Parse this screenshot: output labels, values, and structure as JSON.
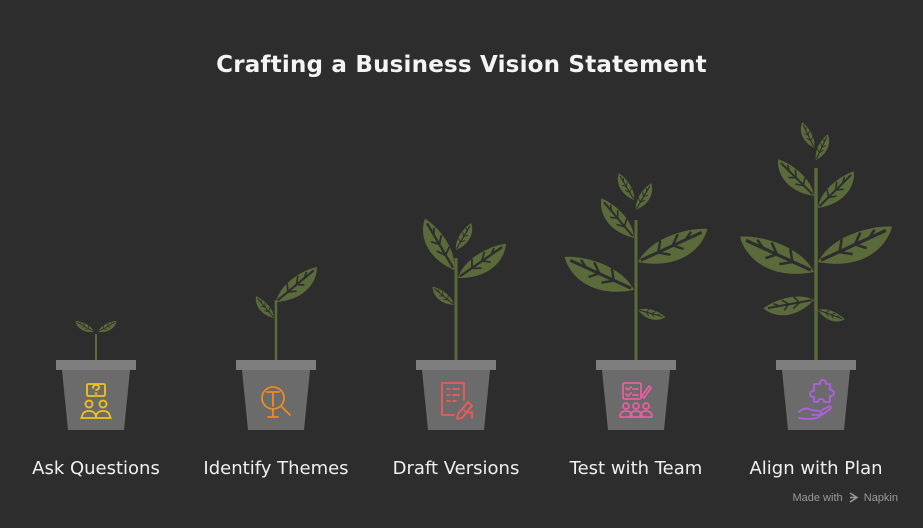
{
  "title": "Crafting a Business Vision Statement",
  "stages": [
    {
      "label": "Ask Questions",
      "icon": "question-people-icon",
      "icon_color": "#f2c21b"
    },
    {
      "label": "Identify Themes",
      "icon": "magnify-text-icon",
      "icon_color": "#f08a24"
    },
    {
      "label": "Draft Versions",
      "icon": "document-edit-icon",
      "icon_color": "#ee5a57"
    },
    {
      "label": "Test with Team",
      "icon": "team-checklist-icon",
      "icon_color": "#e65fa0"
    },
    {
      "label": "Align with Plan",
      "icon": "hand-puzzle-icon",
      "icon_color": "#b45ee8"
    }
  ],
  "footer": {
    "made_with": "Made with",
    "brand": "Napkin"
  },
  "colors": {
    "background": "#2d2d2d",
    "leaf": "#5b6a3a",
    "pot": "#6b6b6b",
    "pot_rim": "#7d7d7d"
  }
}
